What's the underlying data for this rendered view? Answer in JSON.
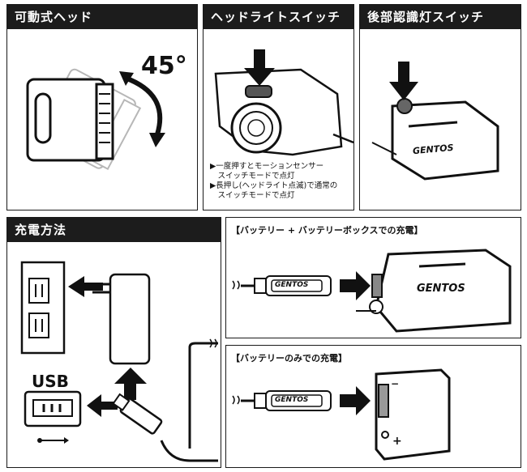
{
  "panels": {
    "pivot": {
      "title": "可動式ヘッド",
      "angle": "45°"
    },
    "headlight_switch": {
      "title": "ヘッドライトスイッチ",
      "notes": [
        "▶一度押すとモーションセンサー",
        "　スイッチモードで点灯",
        "▶長押し(ヘッドライト点滅)で通常の",
        "　スイッチモードで点灯"
      ]
    },
    "rear_switch": {
      "title": "後部認識灯スイッチ",
      "brand": "GENTOS"
    },
    "charging": {
      "title": "充電方法",
      "usb_label": "USB"
    },
    "battery_box": {
      "title": "【バッテリー + バッテリーボックスでの充電】",
      "cable_brand": "GENTOS",
      "unit_brand": "GENTOS"
    },
    "battery_only": {
      "title": "【バッテリーのみでの充電】",
      "cable_brand": "GENTOS",
      "minus": "−",
      "plus": "+"
    }
  }
}
